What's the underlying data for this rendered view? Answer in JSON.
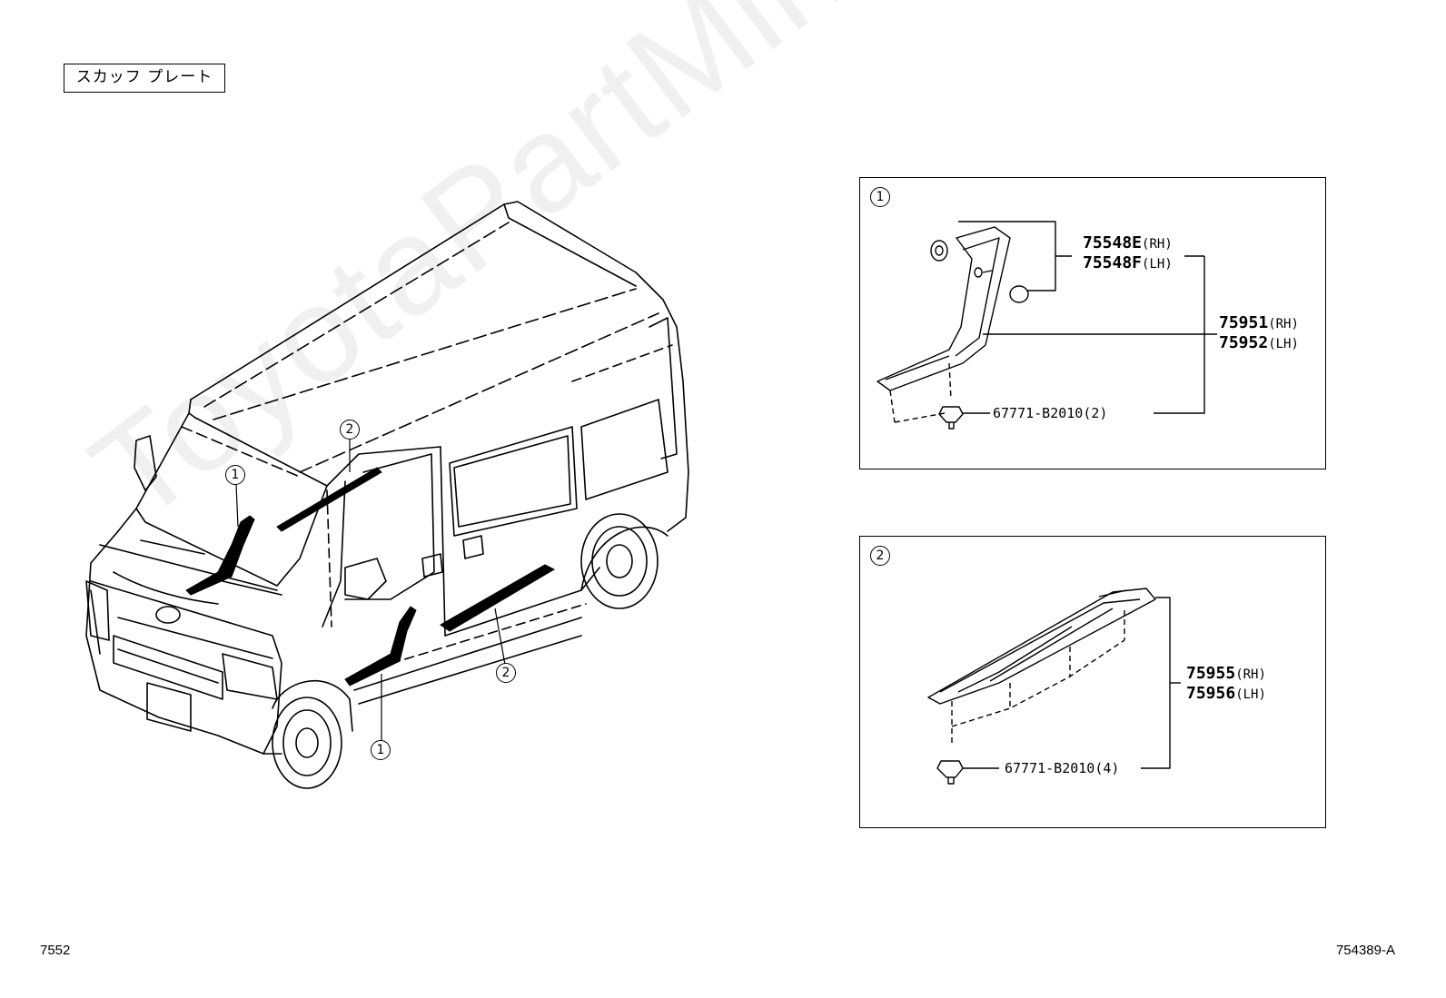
{
  "title": "スカッフ プレート",
  "footer_left": "7552",
  "footer_right": "754389-A",
  "watermark": "ToyotaPartMine.ru",
  "callouts": {
    "one": "1",
    "two": "2"
  },
  "panel1": {
    "id": "1",
    "parts": [
      {
        "num": "75548E",
        "side": "(RH)"
      },
      {
        "num": "75548F",
        "side": "(LH)"
      },
      {
        "num": "75951",
        "side": "(RH)"
      },
      {
        "num": "75952",
        "side": "(LH)"
      }
    ],
    "clip": "67771-B2010(2)"
  },
  "panel2": {
    "id": "2",
    "parts": [
      {
        "num": "75955",
        "side": "(RH)"
      },
      {
        "num": "75956",
        "side": "(LH)"
      }
    ],
    "clip": "67771-B2010(4)"
  }
}
